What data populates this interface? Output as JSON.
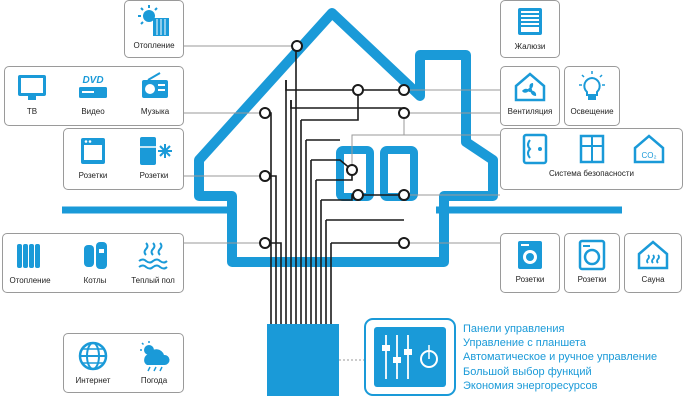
{
  "devices": {
    "heating_top": "Отопление",
    "tv": "ТВ",
    "video": "Видео",
    "music": "Музыка",
    "sockets_left_1": "Розетки",
    "sockets_left_2": "Розетки",
    "heating_bottom": "Отопление",
    "boilers": "Котлы",
    "floor": "Теплый пол",
    "internet": "Интернет",
    "weather": "Погода",
    "blinds": "Жалюзи",
    "ventilation": "Вентиляция",
    "lighting": "Освещение",
    "security": "Система безопасности",
    "sockets_right_1": "Розетки",
    "sockets_right_2": "Розетки",
    "sauna": "Сауна"
  },
  "features": [
    "Панели управления",
    "Управление с планшета",
    "Автоматическое и ручное управление",
    "Большой выбор функций",
    "Экономия энергоресурсов"
  ],
  "icon_labels": {
    "dvd": "DVD",
    "co2": "CO₂"
  },
  "colors": {
    "accent": "#1a9ad8",
    "wire": "#1a1a1a",
    "border": "#9a9a9a"
  }
}
